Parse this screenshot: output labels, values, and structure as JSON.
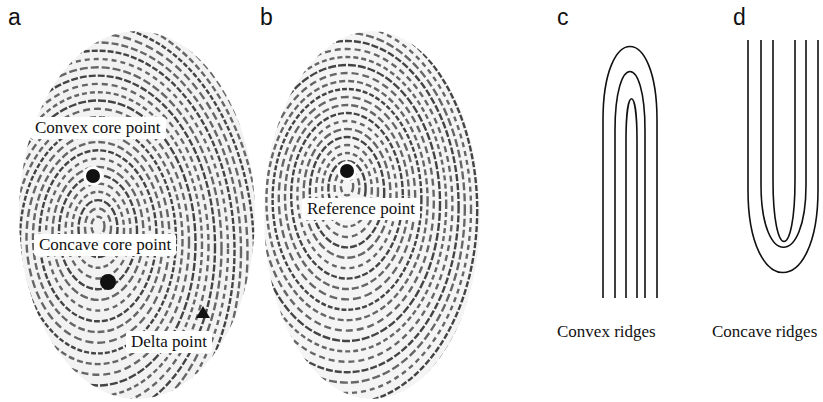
{
  "diagram": {
    "labels": [
      "a",
      "b",
      "c",
      "d",
      "Convex core point",
      "Concave core point",
      "Delta point",
      "Reference point",
      "Convex ridges",
      "Concave ridges"
    ]
  }
}
